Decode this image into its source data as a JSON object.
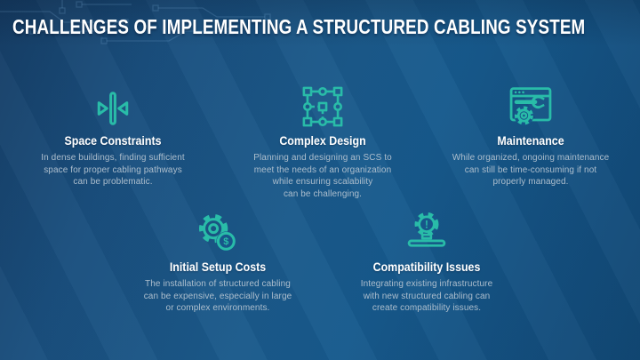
{
  "slide": {
    "title": "CHALLENGES OF IMPLEMENTING A STRUCTURED CABLING SYSTEM",
    "colors": {
      "accent_teal": "#29bca8",
      "background_top": "#163e66",
      "background_mid": "#1b5a8b",
      "background_bottom": "#114874",
      "heading_text": "#ffffff",
      "body_text": "#adbecd"
    },
    "glyphs": {
      "dollar": "$",
      "exclamation": "!"
    },
    "items": [
      {
        "icon": "compress-space-icon",
        "title": "Space Constraints",
        "description": [
          "In dense buildings, finding sufficient",
          "space for proper cabling pathways",
          "can be problematic."
        ]
      },
      {
        "icon": "network-nodes-icon",
        "title": "Complex Design",
        "description": [
          "Planning and designing an SCS to",
          "meet the needs of an organization",
          "while ensuring scalability",
          "can be challenging."
        ]
      },
      {
        "icon": "browser-tools-icon",
        "title": "Maintenance",
        "description": [
          "While organized, ongoing maintenance",
          "can still be time-consuming if not",
          "properly managed."
        ]
      },
      {
        "icon": "gear-dollar-icon",
        "title": "Initial Setup Costs",
        "description": [
          "The installation of structured cabling",
          "can be expensive, especially in large",
          "or complex environments."
        ]
      },
      {
        "icon": "laptop-warning-icon",
        "title": "Compatibility Issues",
        "description": [
          "Integrating existing infrastructure",
          "with new structured cabling can",
          "create compatibility issues."
        ]
      }
    ]
  }
}
